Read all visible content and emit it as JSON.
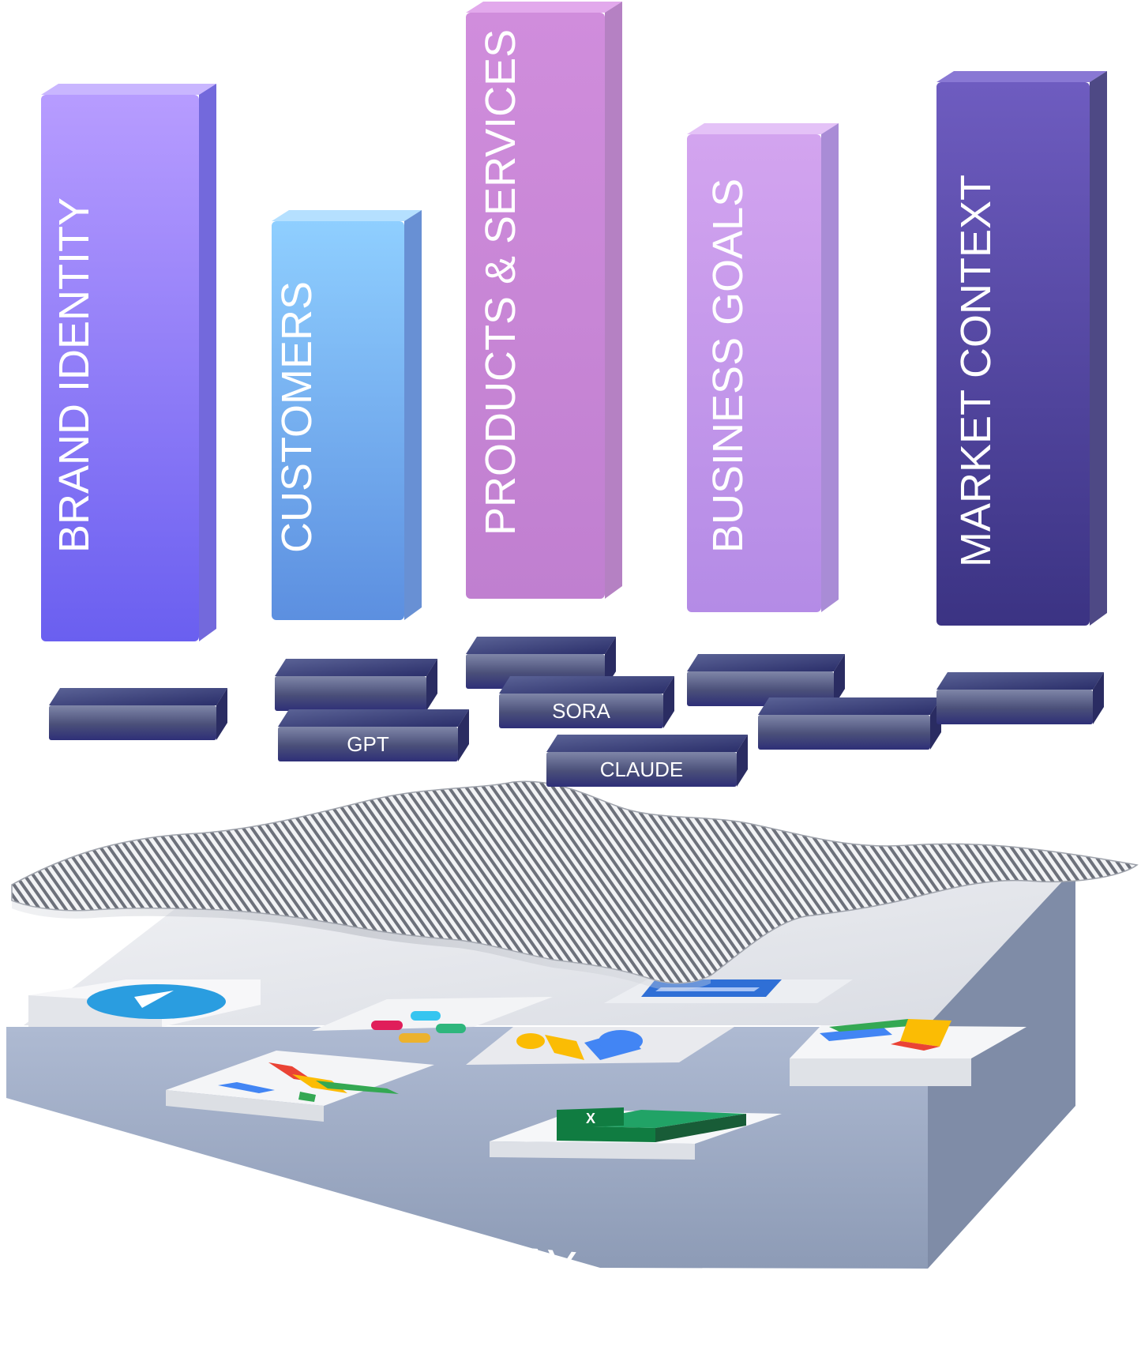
{
  "pillars": [
    {
      "label": "BRAND IDENTITY",
      "top": "#b79cff",
      "bottom": "#6a5ff0",
      "side": "#5a4fd6",
      "cap": "#c9b6ff"
    },
    {
      "label": "CUSTOMERS",
      "top": "#8fcfff",
      "bottom": "#5c8fe0",
      "side": "#4d7ccc",
      "cap": "#b5e0ff"
    },
    {
      "label": "PRODUCTS & SERVICES",
      "top": "#d08ddc",
      "bottom": "#c07fd0",
      "side": "#a86bb8",
      "cap": "#e2a9ec"
    },
    {
      "label": "BUSINESS GOALS",
      "top": "#d3a4ef",
      "bottom": "#b48be6",
      "side": "#9a78cf",
      "cap": "#e4c2f7"
    },
    {
      "label": "MARKET CONTEXT",
      "top": "#6e5cc0",
      "bottom": "#3b3383",
      "side": "#2f2970",
      "cap": "#8978d4"
    }
  ],
  "model_tiles": [
    {
      "label": ""
    },
    {
      "label": ""
    },
    {
      "label": "GPT"
    },
    {
      "label": ""
    },
    {
      "label": "SORA"
    },
    {
      "label": "CLAUDE"
    },
    {
      "label": ""
    },
    {
      "label": ""
    },
    {
      "label": ""
    }
  ],
  "apps": [
    "telegram-icon",
    "gmail-icon",
    "slack-icon",
    "google-ads-icon",
    "google-docs-icon",
    "google-drive-icon",
    "excel-icon"
  ],
  "excel_letter": "X",
  "platform_label": "PLUG AND PLAY"
}
